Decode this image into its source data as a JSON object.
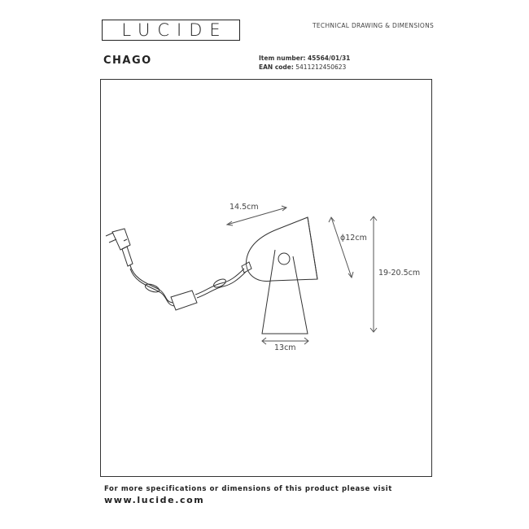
{
  "header": {
    "logo": "LUCIDE",
    "doc_type": "TECHNICAL DRAWING & DIMENSIONS"
  },
  "product": {
    "name": "CHAGO",
    "item_number_label": "Item number:",
    "item_number": "45564/01/31",
    "ean_label": "EAN code:",
    "ean": "5411212450623"
  },
  "dimensions": {
    "length": "14.5cm",
    "diameter": "ϕ12cm",
    "height": "19-20.5cm",
    "base_width": "13cm"
  },
  "footer": {
    "note": "For more specifications or dimensions of this product please visit",
    "url": "www.lucide.com"
  }
}
